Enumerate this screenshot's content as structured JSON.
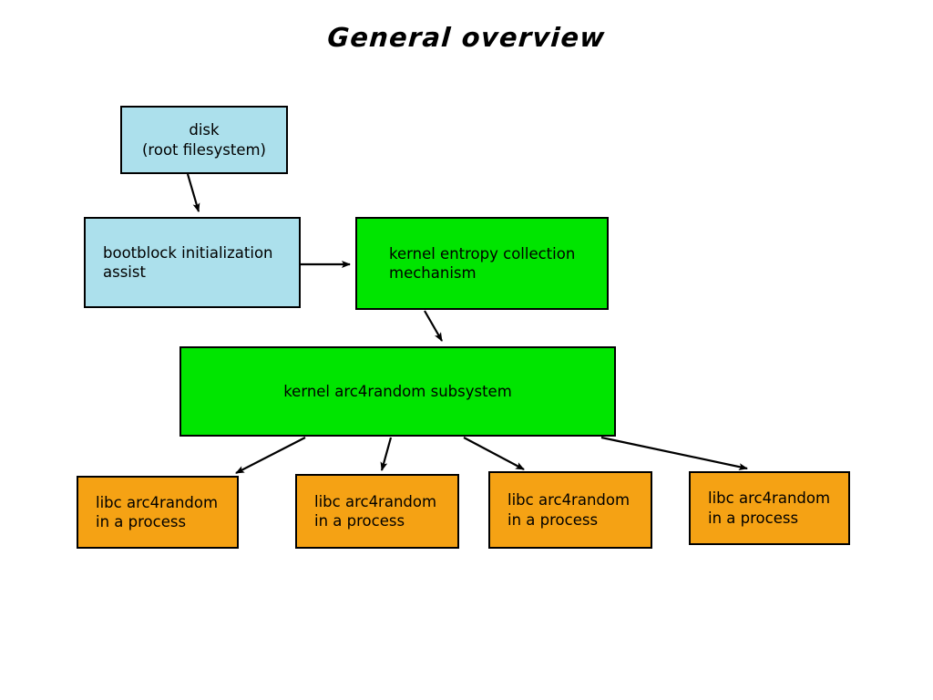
{
  "title": "General overview",
  "colors": {
    "disk_fill": "#ace0ec",
    "bootblock_fill": "#ace0ec",
    "kernel_fill": "#00e500",
    "libc_fill": "#f5a214",
    "stroke": "#000000",
    "background": "#ffffff"
  },
  "nodes": {
    "disk": {
      "label": "disk\n(root filesystem)"
    },
    "bootblock": {
      "label": "bootblock initialization\nassist"
    },
    "entropy": {
      "label": "kernel entropy collection\nmechanism"
    },
    "subsystem": {
      "label": "kernel arc4random subsystem"
    },
    "libc1": {
      "label": "libc arc4random\nin a process"
    },
    "libc2": {
      "label": "libc arc4random\nin a process"
    },
    "libc3": {
      "label": "libc arc4random\nin a process"
    },
    "libc4": {
      "label": "libc arc4random\nin a process"
    }
  },
  "edges": [
    {
      "from": "disk",
      "to": "bootblock"
    },
    {
      "from": "bootblock",
      "to": "entropy"
    },
    {
      "from": "entropy",
      "to": "subsystem"
    },
    {
      "from": "subsystem",
      "to": "libc1"
    },
    {
      "from": "subsystem",
      "to": "libc2"
    },
    {
      "from": "subsystem",
      "to": "libc3"
    },
    {
      "from": "subsystem",
      "to": "libc4"
    }
  ]
}
